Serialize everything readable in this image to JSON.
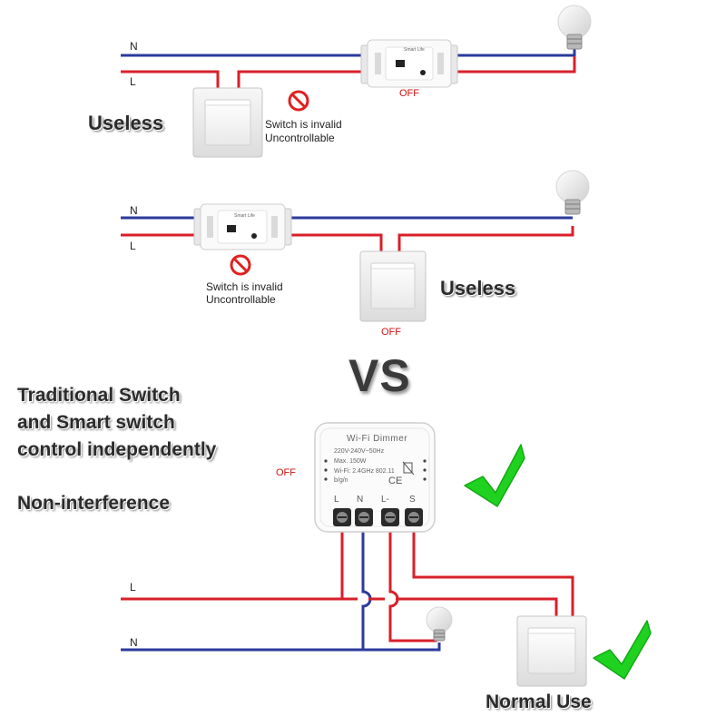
{
  "lines": {
    "neutral": "N",
    "live": "L"
  },
  "states": {
    "off": "OFF"
  },
  "warning": {
    "invalid": "Switch is invalid",
    "uncontrollable": "Uncontrollable"
  },
  "labels": {
    "useless": "Useless",
    "vs": "VS",
    "normal_use": "Normal Use"
  },
  "description": {
    "line1": "Traditional Switch",
    "line2": "and Smart switch",
    "line3": "control independently",
    "line4": "Non-interference"
  },
  "smart_module": {
    "brand": "Smart Life"
  },
  "dimmer": {
    "title": "Wi-Fi  Dimmer",
    "spec_voltage": "220V-240V~50Hz",
    "spec_power": "Max. 150W",
    "spec_wifi": "Wi-Fi: 2.4GHz 802.11",
    "spec_bgn": "b/g/n",
    "ce_mark": "CE",
    "terminals": [
      "L",
      "N",
      "L-",
      "S"
    ]
  },
  "colors": {
    "neutral_wire": "#2b3a9c",
    "live_wire": "#d8202a",
    "check_green": "#1fd21f",
    "prohibit_red": "#e02020",
    "off_text": "#d01010"
  }
}
